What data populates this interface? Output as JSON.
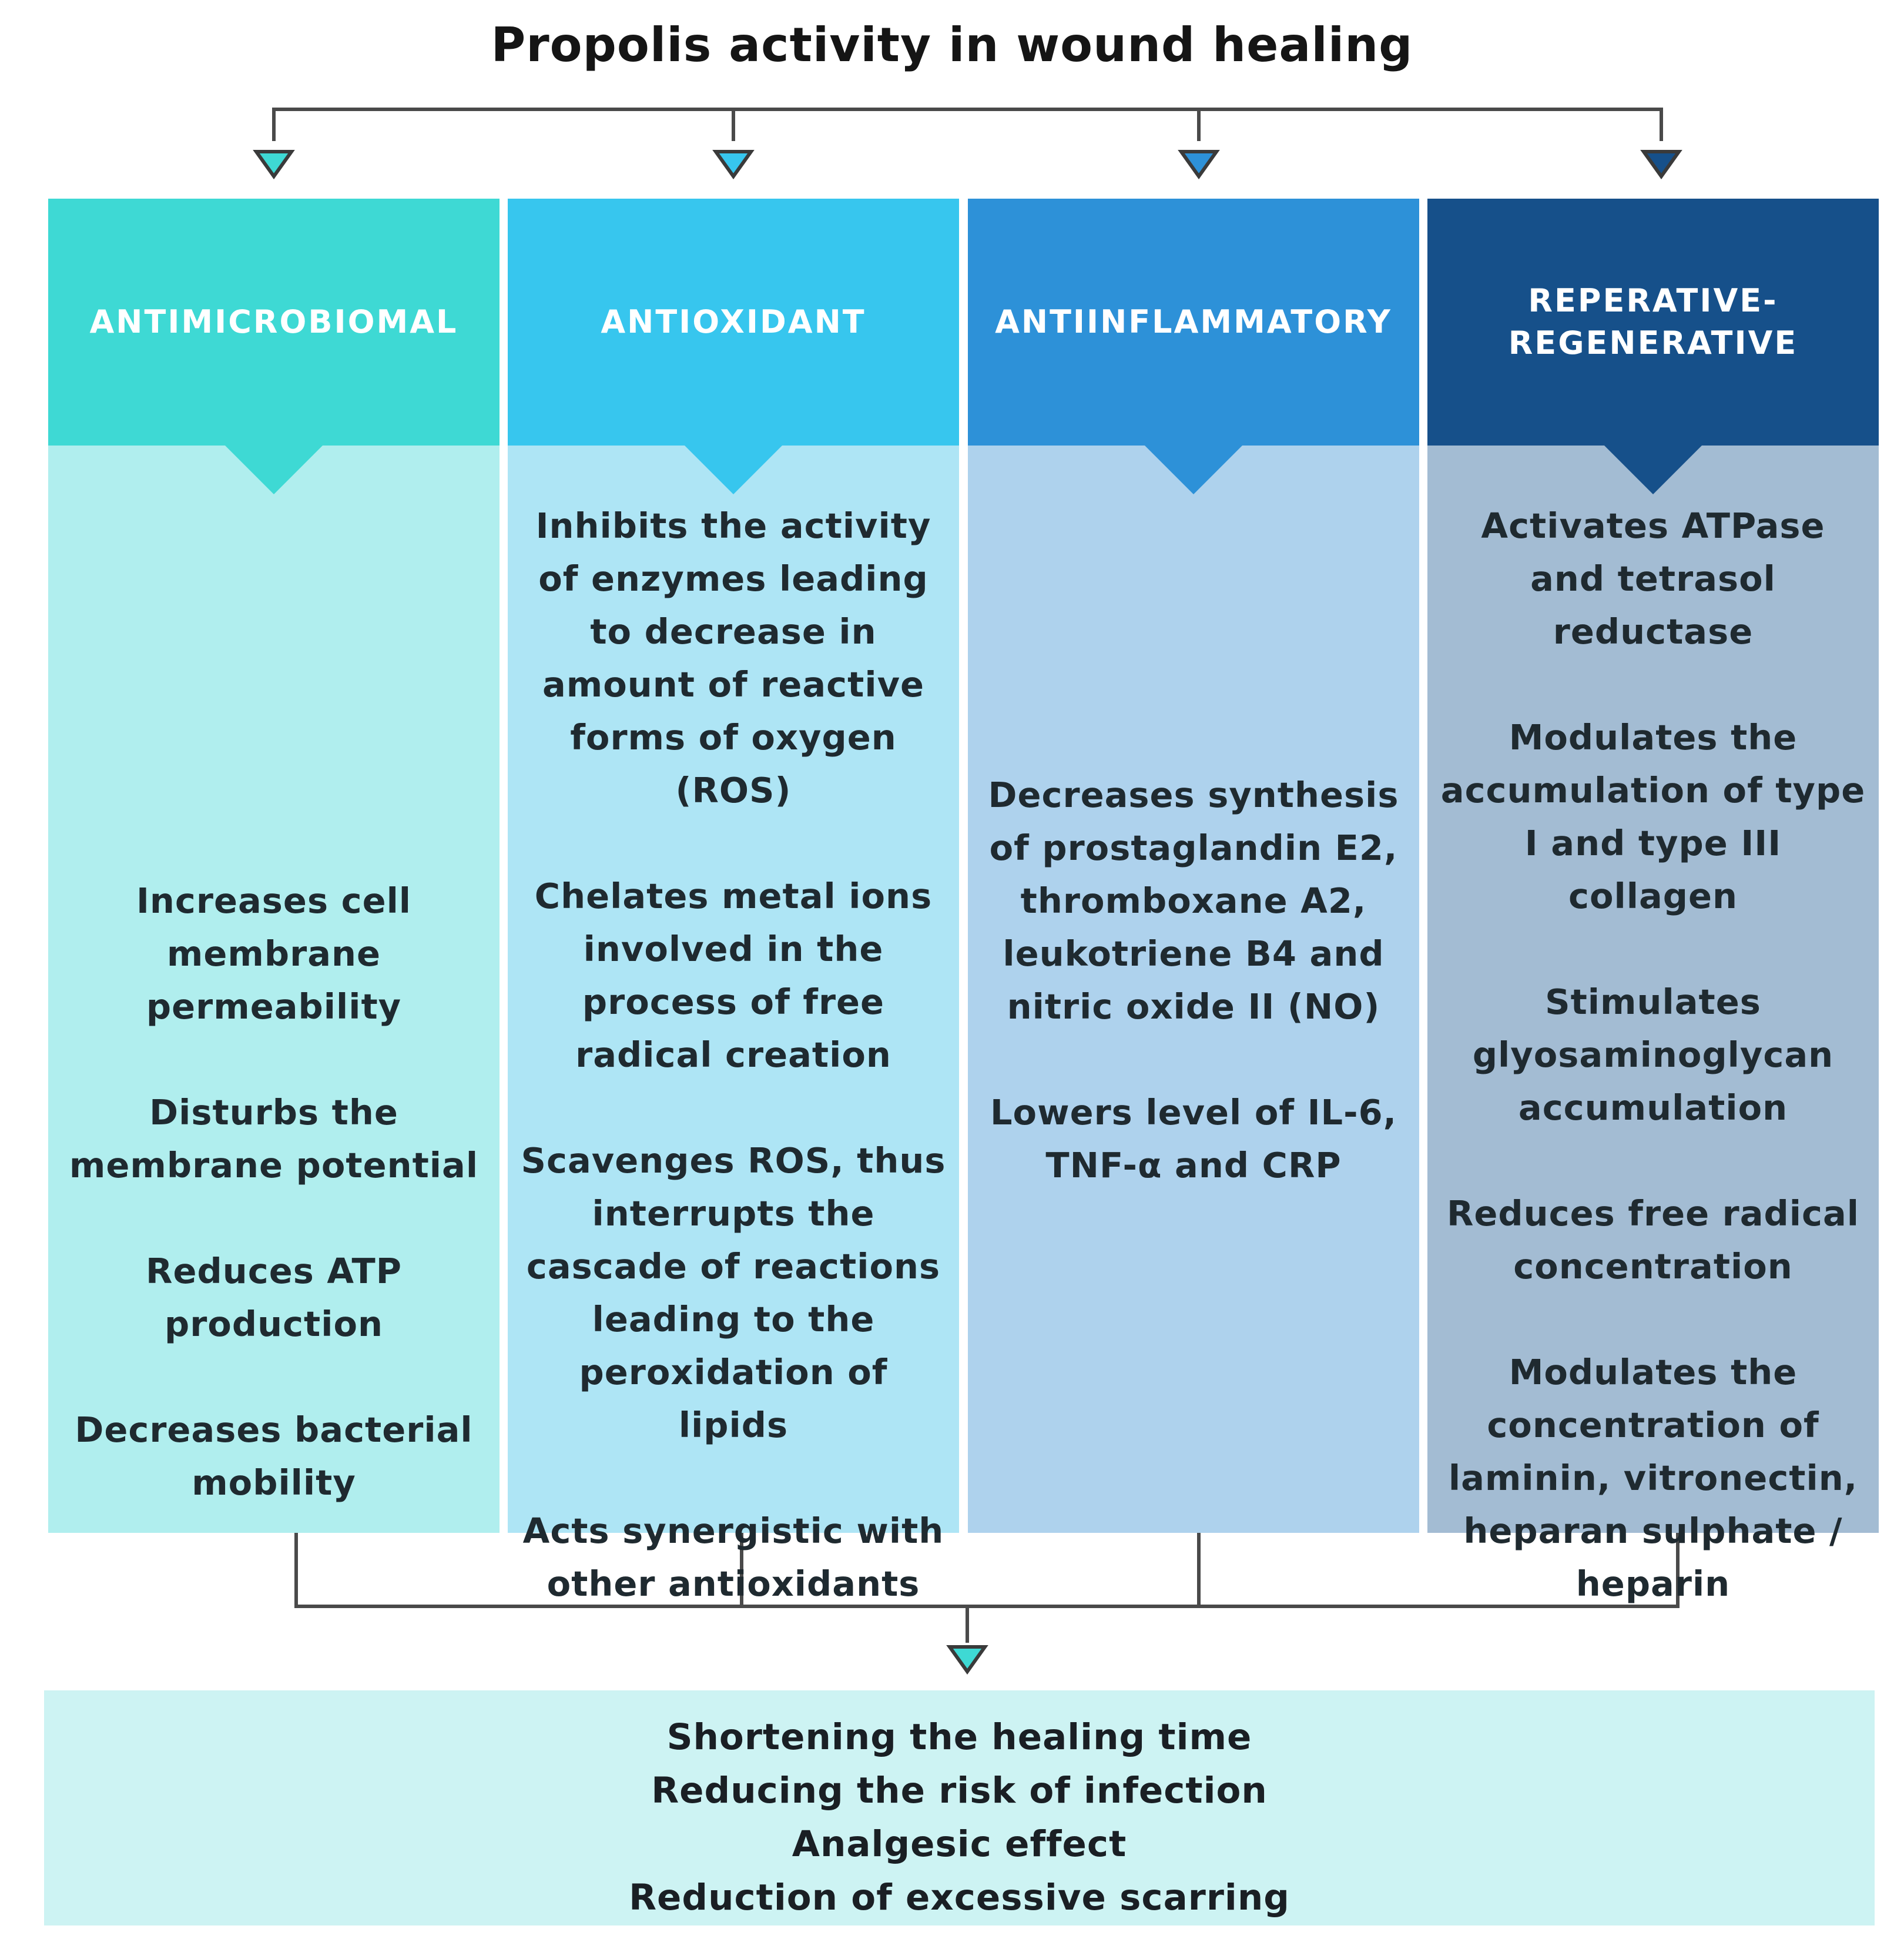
{
  "title": "Propolis activity in wound healing",
  "colors": {
    "line": "#4a4a4a",
    "antimicrobial_header": "#3ed9d4",
    "antimicrobial_body": "#b0eeee",
    "antioxidant_header": "#37c6ee",
    "antioxidant_body": "#aee5f5",
    "antiinflammatory_header": "#2d91d8",
    "antiinflammatory_body": "#aed2ed",
    "regenerative_header": "#16508a",
    "regenerative_body": "#a3bcd3",
    "outcome_box": "#cdf3f3"
  },
  "columns": [
    {
      "header": "ANTIMICROBIOMAL",
      "items": [
        "Increases cell membrane permeability",
        "Disturbs the membrane potential",
        "Reduces ATP production",
        "Decreases bacterial mobility"
      ]
    },
    {
      "header": "ANTIOXIDANT",
      "items": [
        "Inhibits the activity of enzymes leading to decrease in amount of reactive forms of oxygen (ROS)",
        "Chelates metal ions involved in the process of free radical creation",
        "Scavenges ROS, thus interrupts the cascade of reactions leading to the peroxidation of lipids",
        "Acts synergistic with other antioxidants"
      ]
    },
    {
      "header": "ANTIINFLAMMATORY",
      "items": [
        "Decreases synthesis of prostaglandin E2, thromboxane A2, leukotriene B4 and nitric oxide II (NO)",
        "Lowers level of IL-6, TNF-α and CRP"
      ]
    },
    {
      "header": "REPERATIVE-REGENERATIVE",
      "items": [
        "Activates ATPase and tetrasol reductase",
        "Modulates the accumulation of type I and type III collagen",
        "Stimulates glyosaminoglycan accumulation",
        "Reduces free radical concentration",
        "Modulates the concentration of laminin, vitronectin, heparan sulphate / heparin"
      ]
    }
  ],
  "outcomes": [
    "Shortening the healing time",
    "Reducing the risk of infection",
    "Analgesic effect",
    "Reduction of excessive scarring"
  ]
}
